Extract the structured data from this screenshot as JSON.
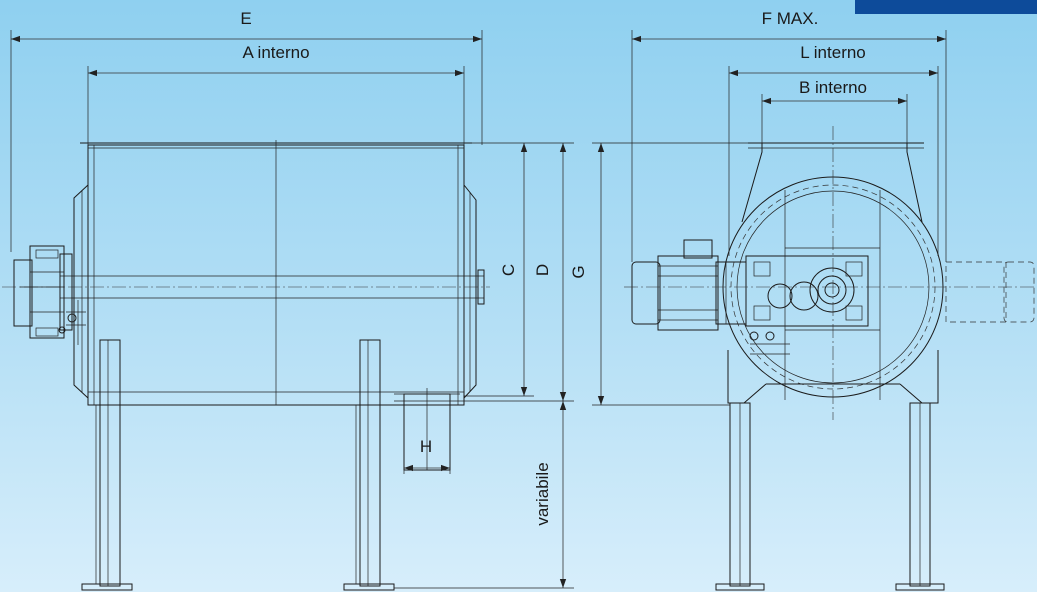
{
  "labels": {
    "E": "E",
    "A": "A interno",
    "F": "F MAX.",
    "L": "L interno",
    "B": "B interno",
    "C": "C",
    "D": "D",
    "G": "G",
    "H": "H",
    "variabile": "variabile"
  },
  "colors": {
    "background_top": "#8fd0f0",
    "background_bottom": "#d7eefb",
    "corner_tag": "#0d4b9a",
    "line": "#1b1b1b"
  }
}
